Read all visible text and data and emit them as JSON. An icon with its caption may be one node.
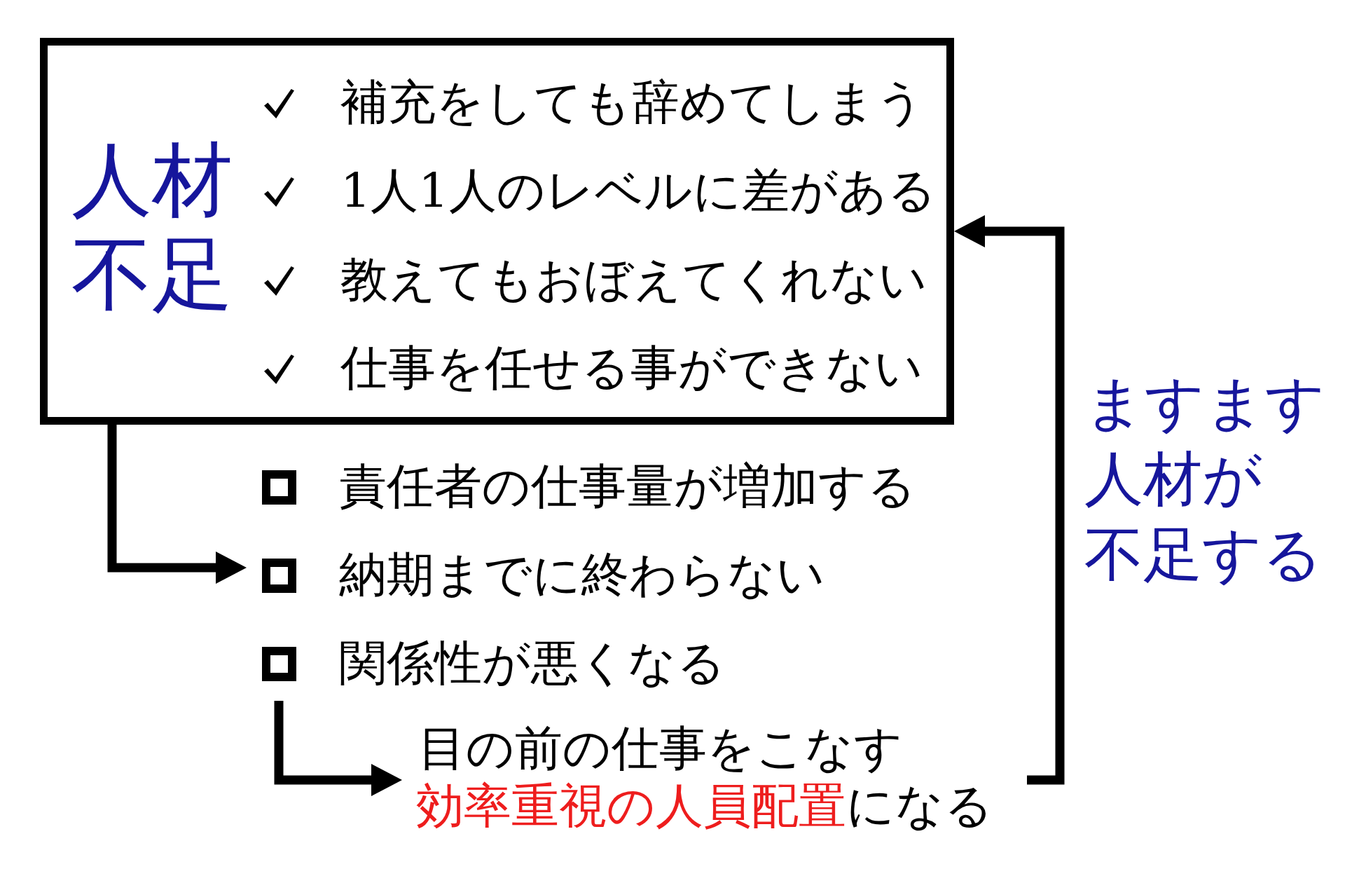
{
  "diagram": {
    "nodes": [
      {
        "text": [
          "人材不足",
          "補充をしても辞めてしまう",
          "1人1人のレベルに差がある",
          "教えてもおぼえてくれない",
          "仕事を任せる事ができない"
        ]
      },
      {
        "text": [
          "責任者の仕事量が増加する",
          "納期までに終わらない",
          "関係性が悪くなる"
        ]
      },
      {
        "text": [
          "目の前の仕事をこなす",
          "効率重視の人員配置",
          "になる"
        ]
      }
    ],
    "edges": [
      {
        "from": 0,
        "to": 1,
        "arrow": "to"
      },
      {
        "from": 1,
        "to": 2,
        "arrow": "to"
      },
      {
        "from": 2,
        "to": 0,
        "arrow": "to",
        "label": "ますます人材が不足する"
      }
    ]
  }
}
